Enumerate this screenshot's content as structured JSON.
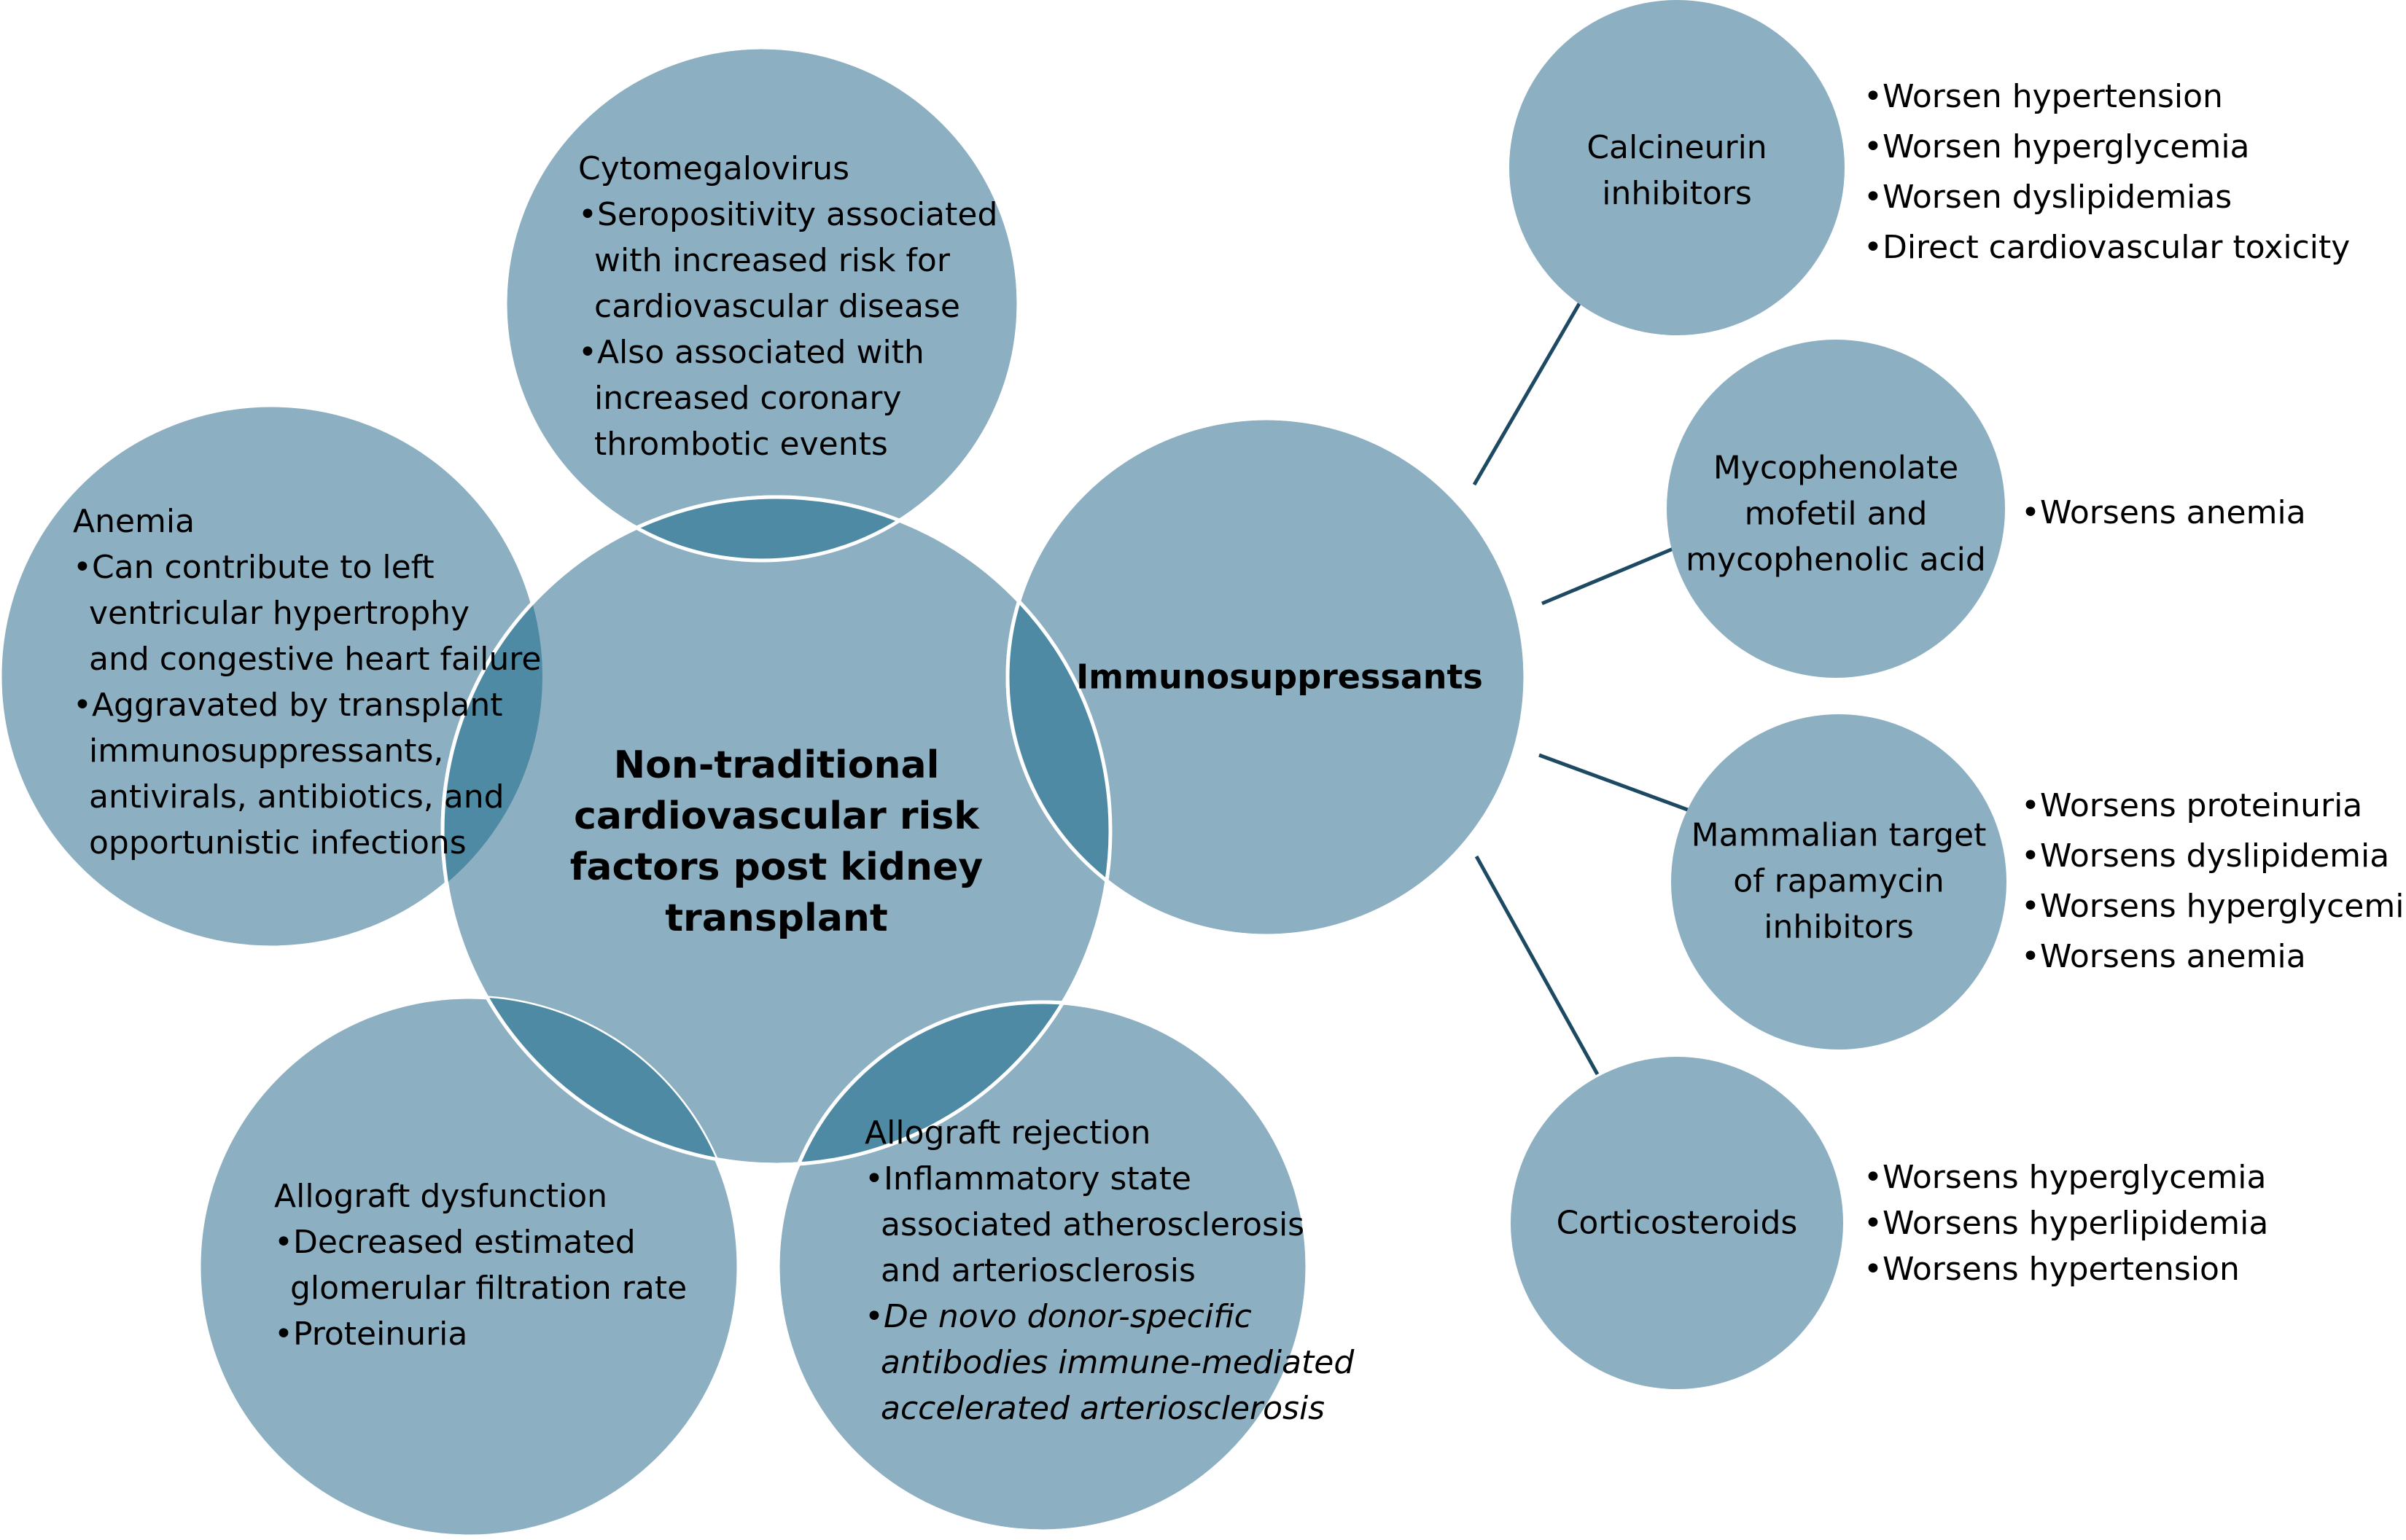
{
  "colors": {
    "circle_fill": "#8dafc2",
    "overlap_fill": "#4e8aa3",
    "circle_stroke": "#ffffff",
    "connector": "#1d4a62",
    "text": "#000000"
  },
  "center": {
    "title_lines": [
      "Non-traditional",
      "cardiovascular risk",
      "factors post kidney",
      "transplant"
    ]
  },
  "cytomegalovirus": {
    "heading": "Cytomegalovirus",
    "lines": [
      "•Seropositivity associated",
      "with increased risk for",
      "cardiovascular disease",
      "•Also associated with",
      "increased coronary",
      "thrombotic events"
    ]
  },
  "anemia": {
    "heading": "Anemia",
    "lines": [
      "•Can contribute to left",
      "ventricular hypertrophy",
      "and congestive heart failure",
      "•Aggravated by transplant",
      "immunosuppressants,",
      "antivirals, antibiotics, and",
      "opportunistic infections"
    ]
  },
  "allograft_dysfunction": {
    "heading": "Allograft dysfunction",
    "lines": [
      "•Decreased estimated",
      "glomerular filtration rate",
      "•Proteinuria"
    ]
  },
  "allograft_rejection": {
    "heading": "Allograft rejection",
    "lines": [
      "•Inflammatory state",
      "associated atherosclerosis",
      "and arteriosclerosis"
    ],
    "italic_lines": [
      "•De novo donor-specific",
      "antibodies immune-mediated",
      "accelerated arteriosclerosis"
    ]
  },
  "immunosuppressants": {
    "label": "Immunosuppressants"
  },
  "calcineurin": {
    "name_lines": [
      "Calcineurin",
      "inhibitors"
    ],
    "effects": [
      "•Worsen hypertension",
      "•Worsen hyperglycemia",
      "•Worsen dyslipidemias",
      "•Direct cardiovascular toxicity"
    ]
  },
  "mycophenolate": {
    "name_lines": [
      "Mycophenolate",
      "mofetil and",
      "mycophenolic acid"
    ],
    "effects": [
      "•Worsens anemia"
    ]
  },
  "mtor": {
    "name_lines": [
      "Mammalian target",
      "of rapamycin",
      "inhibitors"
    ],
    "effects": [
      "•Worsens proteinuria",
      "•Worsens dyslipidemia",
      "•Worsens hyperglycemia",
      "•Worsens anemia"
    ]
  },
  "corticosteroids": {
    "name_lines": [
      "Corticosteroids"
    ],
    "effects": [
      "•Worsens hyperglycemia",
      "•Worsens hyperlipidemia",
      "•Worsens hypertension"
    ]
  }
}
